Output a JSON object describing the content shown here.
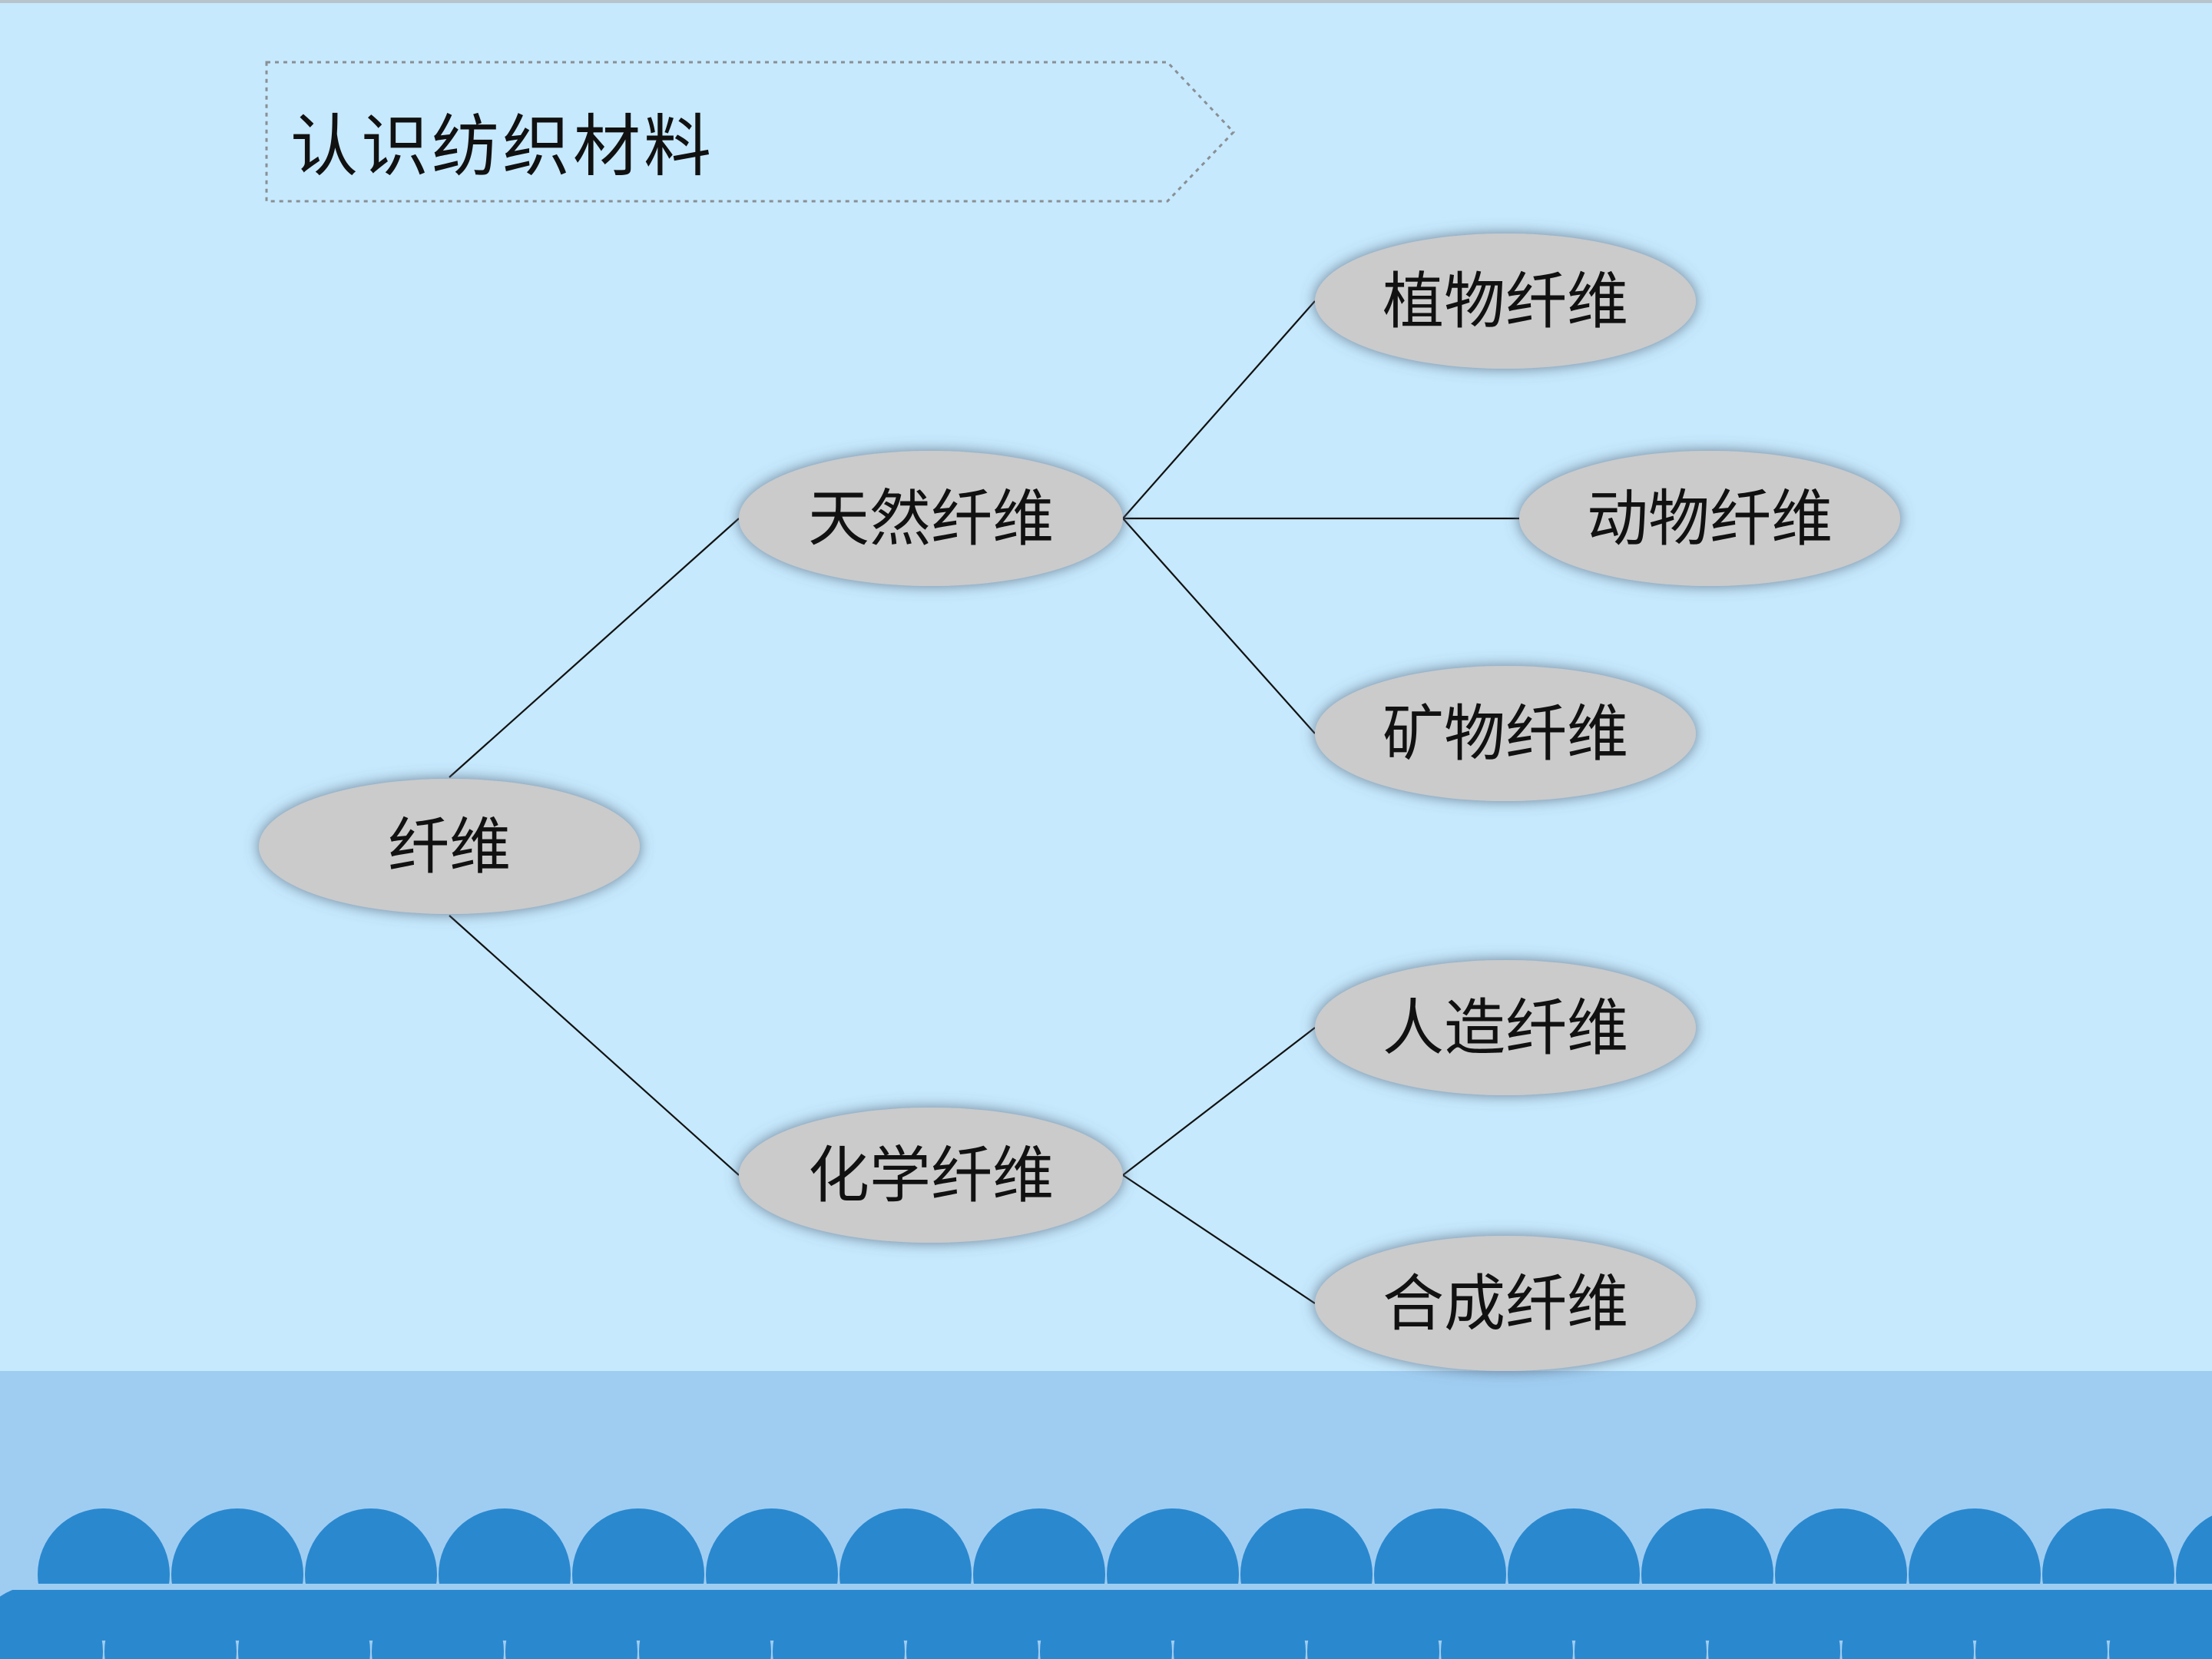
{
  "slide": {
    "title": "认识纺织材料",
    "colors": {
      "background": "#c6e9fd",
      "band": "#9fcdf1",
      "scallop": "#2a88cf",
      "node_fill": "#cbcbcb",
      "line": "#111111"
    }
  },
  "diagram": {
    "root": "纤维",
    "branches": [
      {
        "label": "天然纤维",
        "children": [
          "植物纤维",
          "动物纤维",
          "矿物纤维"
        ]
      },
      {
        "label": "化学纤维",
        "children": [
          "人造纤维",
          "合成纤维"
        ]
      }
    ]
  }
}
